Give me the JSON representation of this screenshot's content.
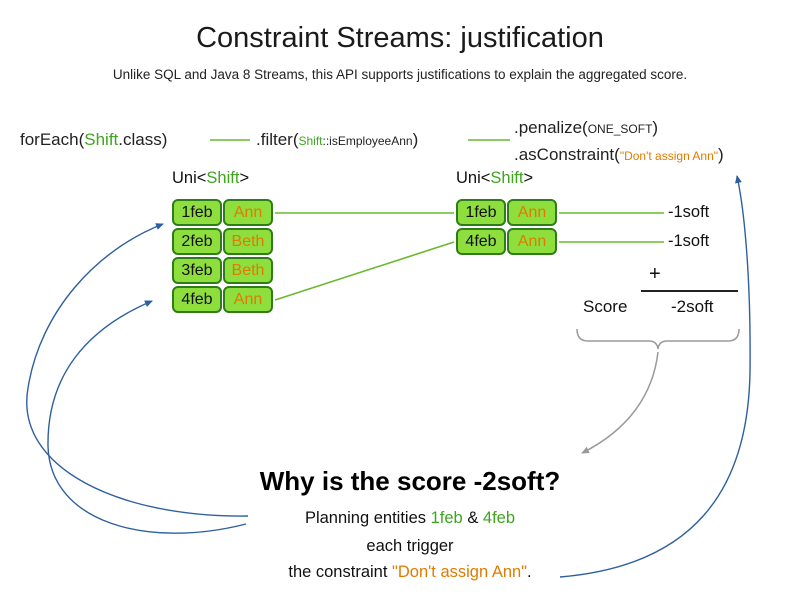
{
  "title": "Constraint Streams: justification",
  "subtitle": "Unlike SQL and Java 8 Streams, this API supports justifications to explain the aggregated score.",
  "code": {
    "foreach_prefix": "forEach(",
    "foreach_class": "Shift",
    "foreach_suffix": ".class)",
    "filter_prefix": ".filter(",
    "filter_arg_class": "Shift",
    "filter_arg_method": "::isEmployeeAnn",
    "filter_suffix": ")",
    "penalize_prefix": ".penalize(",
    "penalize_arg": "ONE_SOFT",
    "penalize_suffix": ")",
    "asconstraint_prefix": ".asConstraint(",
    "asconstraint_arg": "\"Don't assign Ann\"",
    "asconstraint_suffix": ")"
  },
  "left_stream": {
    "label_prefix": "Uni<",
    "label_class": "Shift",
    "label_suffix": ">",
    "rows": [
      {
        "date": "1feb",
        "name": "Ann"
      },
      {
        "date": "2feb",
        "name": "Beth"
      },
      {
        "date": "3feb",
        "name": "Beth"
      },
      {
        "date": "4feb",
        "name": "Ann"
      }
    ]
  },
  "right_stream": {
    "label_prefix": "Uni<",
    "label_class": "Shift",
    "label_suffix": ">",
    "rows": [
      {
        "date": "1feb",
        "name": "Ann"
      },
      {
        "date": "4feb",
        "name": "Ann"
      }
    ]
  },
  "score_panel": {
    "penalties": [
      "-1soft",
      "-1soft"
    ],
    "plus": "+",
    "score_label": "Score",
    "score_value": "-2soft"
  },
  "explanation": {
    "heading": "Why is the score -2soft?",
    "line1_prefix": "Planning entities ",
    "line1_date1": "1feb",
    "line1_amp": " & ",
    "line1_date2": "4feb",
    "line2": "each trigger",
    "line3_prefix": "the constraint ",
    "line3_quote": "\"Don't assign Ann\"",
    "line3_suffix": "."
  },
  "colors": {
    "green_text": "#3fa51f",
    "green_line": "#6ab82e",
    "green_fill": "#8ede3e",
    "green_border": "#2e7d18",
    "orange": "#e07b00",
    "blue": "#2f5f9e",
    "gray": "#9a9a9a"
  }
}
